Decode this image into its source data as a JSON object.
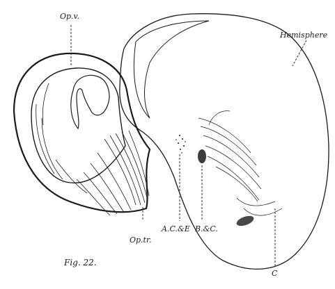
{
  "figure": {
    "caption": "Fig. 22.",
    "labels": {
      "opv": "Op.v.",
      "hemisphere": "Hemisphere",
      "ac_e": "A.C.&E",
      "bc": "B.&C.",
      "optr": "Op.tr.",
      "c": "C"
    }
  },
  "colors": {
    "ink": "#1a1a1a",
    "paper": "#ffffff"
  }
}
